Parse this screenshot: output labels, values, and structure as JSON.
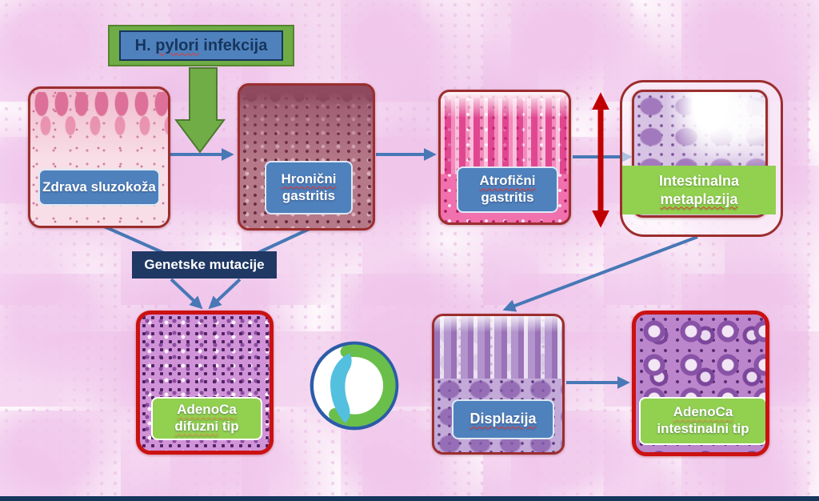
{
  "header": {
    "pre": "H.",
    "underlined": "pylori",
    "post": "infekcija"
  },
  "nodes": {
    "healthy": {
      "label": "Zdrava sluzokoža"
    },
    "chronic": {
      "line1": "Hronični",
      "line2": "gastritis"
    },
    "atrophic": {
      "line1": "Atrofični",
      "line2": "gastritis"
    },
    "metaplasia": {
      "line1": "Intestinalna",
      "line2": "metaplazija"
    },
    "mutations": {
      "label": "Genetske mutacije"
    },
    "adeno_diffuse": {
      "line1": "AdenoCa",
      "line2a": "difuzni",
      "line2b": "tip"
    },
    "dysplasia": {
      "label": "Displazija"
    },
    "adeno_intestinal": {
      "line1": "AdenoCa",
      "line2": "intestinalni tip"
    }
  },
  "icons": {
    "center": "stomach-logo"
  },
  "colors": {
    "arrow_blue": "#4878b6",
    "label_blue": "#4f81bd",
    "label_green": "#92d050",
    "frame_dark_red": "#9c2e2e",
    "frame_bright_red": "#cb1111",
    "navy": "#1f3864",
    "green_arrow": "#71ad47",
    "red_arrow": "#c00000",
    "logo_green": "#6abf4b",
    "logo_blue": "#53c0df"
  }
}
